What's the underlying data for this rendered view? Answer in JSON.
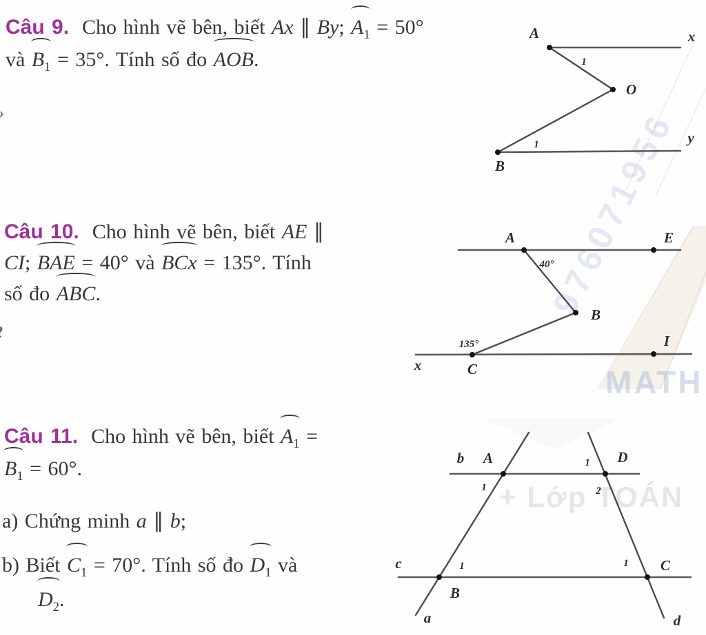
{
  "page": {
    "background": "#fefefe",
    "accent_purple": "#a1309b",
    "text_color": "#383838",
    "watermark_blue": "#7d91cd"
  },
  "watermarks": {
    "phone": "976071956",
    "math": "MATH",
    "lop": "+ Lớp TOÁN"
  },
  "artifacts": {
    "mark1": "»",
    "mark2": "2"
  },
  "problems": [
    {
      "label": "Câu 9.",
      "lines": [
        [
          {
            "t": "Câu 9.",
            "c": "qlabel"
          },
          {
            "t": "  Cho hình vẽ bên, biết "
          },
          {
            "t": "Ax",
            "c": "it"
          },
          {
            "t": " ∥ "
          },
          {
            "t": "By",
            "c": "it"
          },
          {
            "t": "; "
          },
          {
            "t": "A",
            "c": "it",
            "hat": true,
            "sub": "1"
          },
          {
            "t": " = 50°"
          }
        ],
        [
          {
            "t": "và "
          },
          {
            "t": "B",
            "c": "it",
            "hat": true,
            "sub": "1"
          },
          {
            "t": " = 35°. Tính số đo "
          },
          {
            "t": "AOB",
            "c": "it",
            "hat": true
          },
          {
            "t": "."
          }
        ]
      ],
      "figure": {
        "points": {
          "A": "A",
          "O": "O",
          "B": "B"
        },
        "rays": {
          "x": "x",
          "y": "y"
        },
        "angle_marks": {
          "A1": "1",
          "B1": "1"
        }
      }
    },
    {
      "label": "Câu 10.",
      "lines": [
        [
          {
            "t": "Câu 10.",
            "c": "qlabel"
          },
          {
            "t": "  Cho hình vẽ bên, biết "
          },
          {
            "t": "AE",
            "c": "it"
          },
          {
            "t": " ∥"
          }
        ],
        [
          {
            "t": "CI",
            "c": "it"
          },
          {
            "t": "; "
          },
          {
            "t": "BAE",
            "c": "it",
            "hat": true
          },
          {
            "t": " = 40° và "
          },
          {
            "t": "BCx",
            "c": "it",
            "hat": true
          },
          {
            "t": " = 135°. Tính"
          }
        ],
        [
          {
            "t": "số đo "
          },
          {
            "t": "ABC",
            "c": "it",
            "hat": true
          },
          {
            "t": "."
          }
        ]
      ],
      "figure": {
        "points": {
          "A": "A",
          "E": "E",
          "B": "B",
          "C": "C",
          "I": "I"
        },
        "rays": {
          "x": "x"
        },
        "angle_marks": {
          "A": "40°",
          "C": "135°"
        }
      }
    },
    {
      "label": "Câu 11.",
      "lines": [
        [
          {
            "t": "Câu 11.",
            "c": "qlabel"
          },
          {
            "t": "  Cho hình vẽ bên, biết "
          },
          {
            "t": "A",
            "c": "it",
            "hat": true,
            "sub": "1"
          },
          {
            "t": " ="
          }
        ],
        [
          {
            "t": "B",
            "c": "it",
            "hat": true,
            "sub": "1"
          },
          {
            "t": " = 60°."
          }
        ]
      ],
      "item_a": [
        {
          "t": "a) Chứng minh "
        },
        {
          "t": "a",
          "c": "it"
        },
        {
          "t": " ∥ "
        },
        {
          "t": "b",
          "c": "it"
        },
        {
          "t": ";"
        }
      ],
      "item_b": [
        {
          "t": "b) Biết "
        },
        {
          "t": "C",
          "c": "it",
          "hat": true,
          "sub": "1"
        },
        {
          "t": " = 70°. Tính số đo "
        },
        {
          "t": "D",
          "c": "it",
          "hat": true,
          "sub": "1"
        },
        {
          "t": " và"
        }
      ],
      "item_b2": [
        {
          "t": "D",
          "c": "it",
          "hat": true,
          "sub": "2"
        },
        {
          "t": "."
        }
      ],
      "figure": {
        "points": {
          "A": "A",
          "B": "B",
          "C": "C",
          "D": "D"
        },
        "lines": {
          "a": "a",
          "b": "b",
          "c": "c",
          "d": "d"
        },
        "angle_marks": {
          "A1": "1",
          "B1": "1",
          "C1": "1",
          "D1": "1",
          "D2": "2"
        }
      }
    }
  ]
}
